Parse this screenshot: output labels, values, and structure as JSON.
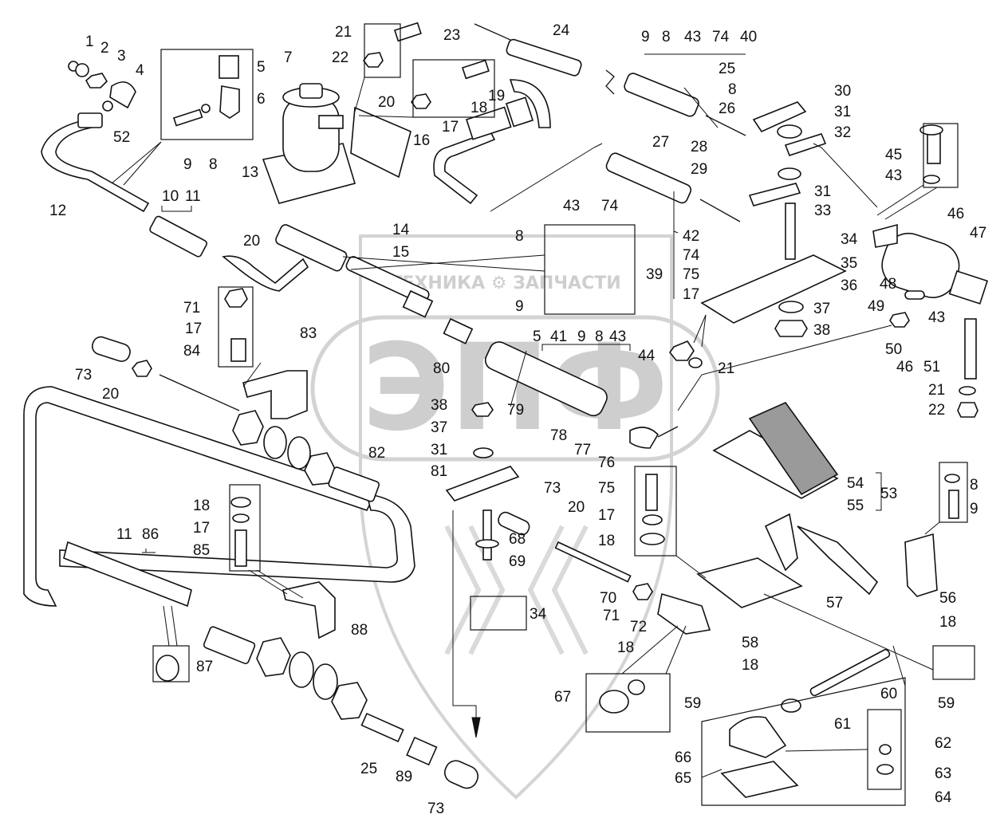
{
  "watermark": {
    "brand_text": "ТЕХНИКА ⚙ ЗАПЧАСТИ",
    "logo_letters": "ЭПФ",
    "color": "#c8c8c8"
  },
  "colors": {
    "line": "#111111",
    "part_fill": "#ffffff",
    "pad_fill": "#9a9a9a"
  },
  "callouts": [
    {
      "id": "c1",
      "text": "1"
    },
    {
      "id": "c2",
      "text": "2"
    },
    {
      "id": "c3",
      "text": "3"
    },
    {
      "id": "c4",
      "text": "4"
    },
    {
      "id": "c5a",
      "text": "5"
    },
    {
      "id": "c6",
      "text": "6"
    },
    {
      "id": "c7",
      "text": "7"
    },
    {
      "id": "c52",
      "text": "52"
    },
    {
      "id": "c9a",
      "text": "9"
    },
    {
      "id": "c8a",
      "text": "8"
    },
    {
      "id": "c12",
      "text": "12"
    },
    {
      "id": "c10",
      "text": "10"
    },
    {
      "id": "c11a",
      "text": "11"
    },
    {
      "id": "c13",
      "text": "13"
    },
    {
      "id": "c14",
      "text": "14"
    },
    {
      "id": "c15",
      "text": "15"
    },
    {
      "id": "c20a",
      "text": "20"
    },
    {
      "id": "c21a",
      "text": "21"
    },
    {
      "id": "c22a",
      "text": "22"
    },
    {
      "id": "c23",
      "text": "23"
    },
    {
      "id": "c16",
      "text": "16"
    },
    {
      "id": "c20b",
      "text": "20"
    },
    {
      "id": "c18a",
      "text": "18"
    },
    {
      "id": "c19",
      "text": "19"
    },
    {
      "id": "c17a",
      "text": "17"
    },
    {
      "id": "c24",
      "text": "24"
    },
    {
      "id": "c9b",
      "text": "9"
    },
    {
      "id": "c8b",
      "text": "8"
    },
    {
      "id": "c43a",
      "text": "43"
    },
    {
      "id": "c74a",
      "text": "74"
    },
    {
      "id": "c40",
      "text": "40"
    },
    {
      "id": "c25a",
      "text": "25"
    },
    {
      "id": "c8c",
      "text": "8"
    },
    {
      "id": "c26",
      "text": "26"
    },
    {
      "id": "c30",
      "text": "30"
    },
    {
      "id": "c31a",
      "text": "31"
    },
    {
      "id": "c32",
      "text": "32"
    },
    {
      "id": "c27",
      "text": "27"
    },
    {
      "id": "c28",
      "text": "28"
    },
    {
      "id": "c29",
      "text": "29"
    },
    {
      "id": "c31b",
      "text": "31"
    },
    {
      "id": "c33",
      "text": "33"
    },
    {
      "id": "c45",
      "text": "45"
    },
    {
      "id": "c43b",
      "text": "43"
    },
    {
      "id": "c46a",
      "text": "46"
    },
    {
      "id": "c47",
      "text": "47"
    },
    {
      "id": "c34a",
      "text": "34"
    },
    {
      "id": "c35",
      "text": "35"
    },
    {
      "id": "c36",
      "text": "36"
    },
    {
      "id": "c37a",
      "text": "37"
    },
    {
      "id": "c38a",
      "text": "38"
    },
    {
      "id": "c42",
      "text": "42"
    },
    {
      "id": "c74b",
      "text": "74"
    },
    {
      "id": "c75a",
      "text": "75"
    },
    {
      "id": "c17b",
      "text": "17"
    },
    {
      "id": "c43c",
      "text": "43"
    },
    {
      "id": "c74c",
      "text": "74"
    },
    {
      "id": "c8d",
      "text": "8"
    },
    {
      "id": "c39",
      "text": "39"
    },
    {
      "id": "c9c",
      "text": "9"
    },
    {
      "id": "c48",
      "text": "48"
    },
    {
      "id": "c49",
      "text": "49"
    },
    {
      "id": "c43d",
      "text": "43"
    },
    {
      "id": "c50",
      "text": "50"
    },
    {
      "id": "c46b",
      "text": "46"
    },
    {
      "id": "c51",
      "text": "51"
    },
    {
      "id": "c21b",
      "text": "21"
    },
    {
      "id": "c22b",
      "text": "22"
    },
    {
      "id": "c44",
      "text": "44"
    },
    {
      "id": "c21c",
      "text": "21"
    },
    {
      "id": "c71a",
      "text": "71"
    },
    {
      "id": "c17c",
      "text": "17"
    },
    {
      "id": "c84",
      "text": "84"
    },
    {
      "id": "c83",
      "text": "83"
    },
    {
      "id": "c73a",
      "text": "73"
    },
    {
      "id": "c20c",
      "text": "20"
    },
    {
      "id": "c80",
      "text": "80"
    },
    {
      "id": "c5b",
      "text": "5"
    },
    {
      "id": "c41",
      "text": "41"
    },
    {
      "id": "c9d",
      "text": "9"
    },
    {
      "id": "c8e",
      "text": "8"
    },
    {
      "id": "c43e",
      "text": "43"
    },
    {
      "id": "c38b",
      "text": "38"
    },
    {
      "id": "c79",
      "text": "79"
    },
    {
      "id": "c37b",
      "text": "37"
    },
    {
      "id": "c78",
      "text": "78"
    },
    {
      "id": "c77",
      "text": "77"
    },
    {
      "id": "c31c",
      "text": "31"
    },
    {
      "id": "c76",
      "text": "76"
    },
    {
      "id": "c81",
      "text": "81"
    },
    {
      "id": "c82",
      "text": "82"
    },
    {
      "id": "c18b",
      "text": "18"
    },
    {
      "id": "c17d",
      "text": "17"
    },
    {
      "id": "c85",
      "text": "85"
    },
    {
      "id": "c11b",
      "text": "11"
    },
    {
      "id": "c86",
      "text": "86"
    },
    {
      "id": "c73b",
      "text": "73"
    },
    {
      "id": "c20d",
      "text": "20"
    },
    {
      "id": "c68",
      "text": "68"
    },
    {
      "id": "c69",
      "text": "69"
    },
    {
      "id": "c75b",
      "text": "75"
    },
    {
      "id": "c17e",
      "text": "17"
    },
    {
      "id": "c18c",
      "text": "18"
    },
    {
      "id": "c54",
      "text": "54"
    },
    {
      "id": "c55",
      "text": "55"
    },
    {
      "id": "c53",
      "text": "53"
    },
    {
      "id": "c8f",
      "text": "8"
    },
    {
      "id": "c9e",
      "text": "9"
    },
    {
      "id": "c70",
      "text": "70"
    },
    {
      "id": "c71b",
      "text": "71"
    },
    {
      "id": "c34b",
      "text": "34"
    },
    {
      "id": "c72",
      "text": "72"
    },
    {
      "id": "c57",
      "text": "57"
    },
    {
      "id": "c56",
      "text": "56"
    },
    {
      "id": "c88",
      "text": "88"
    },
    {
      "id": "c87",
      "text": "87"
    },
    {
      "id": "c58",
      "text": "58"
    },
    {
      "id": "c18d",
      "text": "18"
    },
    {
      "id": "c18e",
      "text": "18"
    },
    {
      "id": "c67",
      "text": "67"
    },
    {
      "id": "c59a",
      "text": "59"
    },
    {
      "id": "c60",
      "text": "60"
    },
    {
      "id": "c59b",
      "text": "59"
    },
    {
      "id": "c18f",
      "text": "18"
    },
    {
      "id": "c61",
      "text": "61"
    },
    {
      "id": "c66",
      "text": "66"
    },
    {
      "id": "c62",
      "text": "62"
    },
    {
      "id": "c63",
      "text": "63"
    },
    {
      "id": "c65",
      "text": "65"
    },
    {
      "id": "c64",
      "text": "64"
    },
    {
      "id": "c25b",
      "text": "25"
    },
    {
      "id": "c89",
      "text": "89"
    },
    {
      "id": "c73c",
      "text": "73"
    }
  ]
}
